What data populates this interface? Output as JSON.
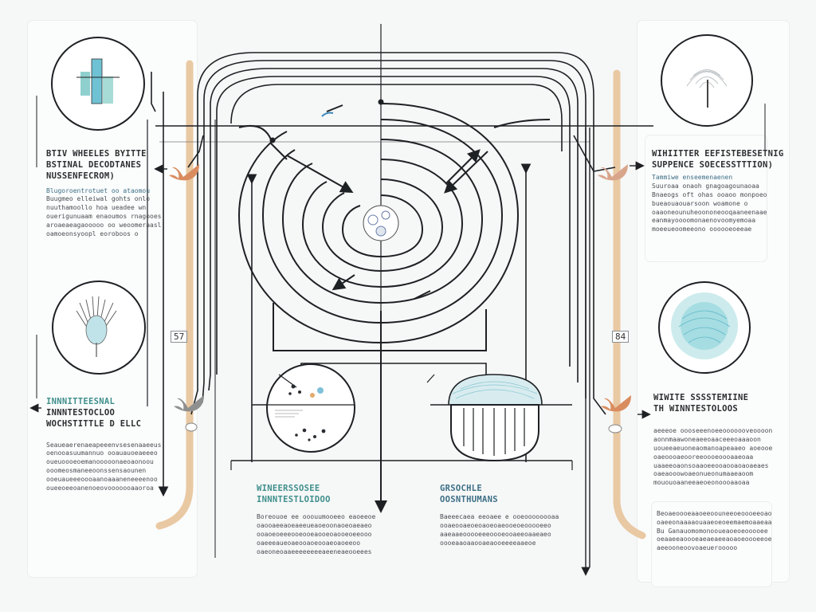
{
  "panels": {
    "top_left": {
      "heading": [
        "BTIV WHEELES BYITTE",
        "BSTINAL DECODTANES",
        "NUSSENFECROM)"
      ],
      "body": [
        "Blugoroentrotuet oo ataomou",
        "Buugmeo elleiwal gohts onlo",
        "nuuthamoollo hoa ueadee wn",
        "ouerigunuaam enaoumos rnagooes",
        "aroaeaeagaooooo oo weoomeraasl",
        "oamoeonsyoopl eoroboos o"
      ]
    },
    "top_right": {
      "heading": [
        "WIHIITTER EEFISTEBESETNIG",
        "SUPPENCE SOECESSTTTION)"
      ],
      "body": [
        "Tammiwe enseemenaenen",
        "Suuroaa onaoh gnagoagounaoaa",
        "Bnaeogs oft ohas ooaoo monpoeo",
        "bueaouaouarsoon  woamone o",
        "oaaoneounuheoononeooqaaneenaae",
        "eanmayoooomonaenovoomyemoaa",
        "moeeueoomeeono oooooeoeeae"
      ]
    },
    "mid_left": {
      "heading": [
        "INNNITTEESNAL",
        "INNNTESTOCLOO",
        "WOCHSTITTLE  D ELLC"
      ],
      "body": [
        "Seaueaerenaeapeeenvsesenaaeeus",
        "oenooasuumannuo ooauauoeaeeeo",
        "oueuoooeoemanooooonaeoaonoou",
        "ooomeosmaneeoonssensaounen",
        "ooeuaueeeoooaanoaaaneneeeenoo",
        "oueeoeeoanenoeovooooooaaoroa"
      ]
    },
    "mid_right": {
      "heading": [
        "WIWITE SSSSTEMIINE",
        "TH WINNTESTOLOOS"
      ],
      "body": [
        "aeeeoe oooseeenoeeooooooveoooon",
        "aonnmaawoneaeeoaaceeeoaaaoon",
        "uoueeaeuoneaomanoapeaaeo aoeooe",
        "oaeoooaeooreeoooeoooaaeoaa",
        "uaaeeoaonsoaaoeeooaooaoaoaeaes",
        "oaeaooowoaeonueonumaaeaoom",
        "mououoaaneeaeoeonoooaaoaa"
      ]
    },
    "bottom_right": {
      "body": [
        "Beoaeoooeaaoeeoouneeoeoooeeoao",
        "oaeeonaaaaouaaeoeoeemaemoaaeaa",
        "Bu Ganauomomonooueaoeoeooooee",
        "oeaaeeaoooeaeaeaeeaoaoeoooeeoe",
        "aeeooneoovoaeuerooooo"
      ]
    },
    "bottom_center_left": {
      "heading": [
        "WINEERSSOSEE",
        "INNNTESTLOIDOO"
      ],
      "body": [
        "Boreouoe ee ooouumooeeo eaoeeoe",
        "oaooaeeaoeaeeueaoeoonaoeoaeaeo",
        "ooaoeoeeeooeooeaooeoaooeoeeooo",
        "oaeeeaueoaeooaoeooaeoaoeeoo",
        "oaeoneoaaeeeeeeeeaeeneaeooeees"
      ]
    },
    "bottom_center_right": {
      "heading": [
        "GRSOCHLE",
        "OOSNTHUMANS"
      ],
      "body": [
        "Baeeecaea eeoaee e ooeoooooooaa",
        "ooaeooaeoeoaoeoaeooeoeooooeeo",
        "aaeaaeooooeeeoooeooaeeoaaeaeo",
        "oooeaaoaaooaeaooeeeeaaeoe"
      ]
    }
  },
  "tags": {
    "left": "57",
    "right": "84"
  },
  "colors": {
    "line": "#1e2124",
    "pipe": "#e9c9a3",
    "accent_teal": "#8fd0cf",
    "accent_blue": "#6fc2d3",
    "leaf": "#d98c5f",
    "gray_leaf": "#8f8f8f"
  },
  "icons": [
    "bar-chart-icon",
    "fingerprint-icon",
    "tree-icon",
    "wave-circle-icon",
    "cell-icon",
    "microscope-dish-icon",
    "fan-basket-icon"
  ]
}
